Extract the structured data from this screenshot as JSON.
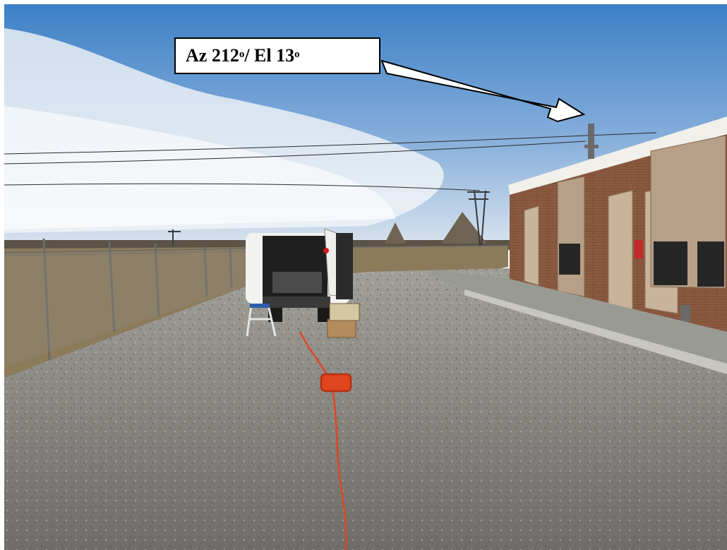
{
  "annotation": {
    "az_prefix": "Az 212",
    "degree_mark": "o",
    "el_part": " / El 13",
    "pointer": "white-arrow"
  },
  "colors": {
    "sky_top": "#3d80c6",
    "sky_horizon": "#d9e4ee",
    "gravel": "#8a8a87",
    "field": "#8b7b5b",
    "brick": "#8c5a40",
    "door_tan": "#c9b49a",
    "roof_trim": "#f1f0ea",
    "van_white": "#f2f2f0",
    "orange_cable": "#e0451f"
  }
}
